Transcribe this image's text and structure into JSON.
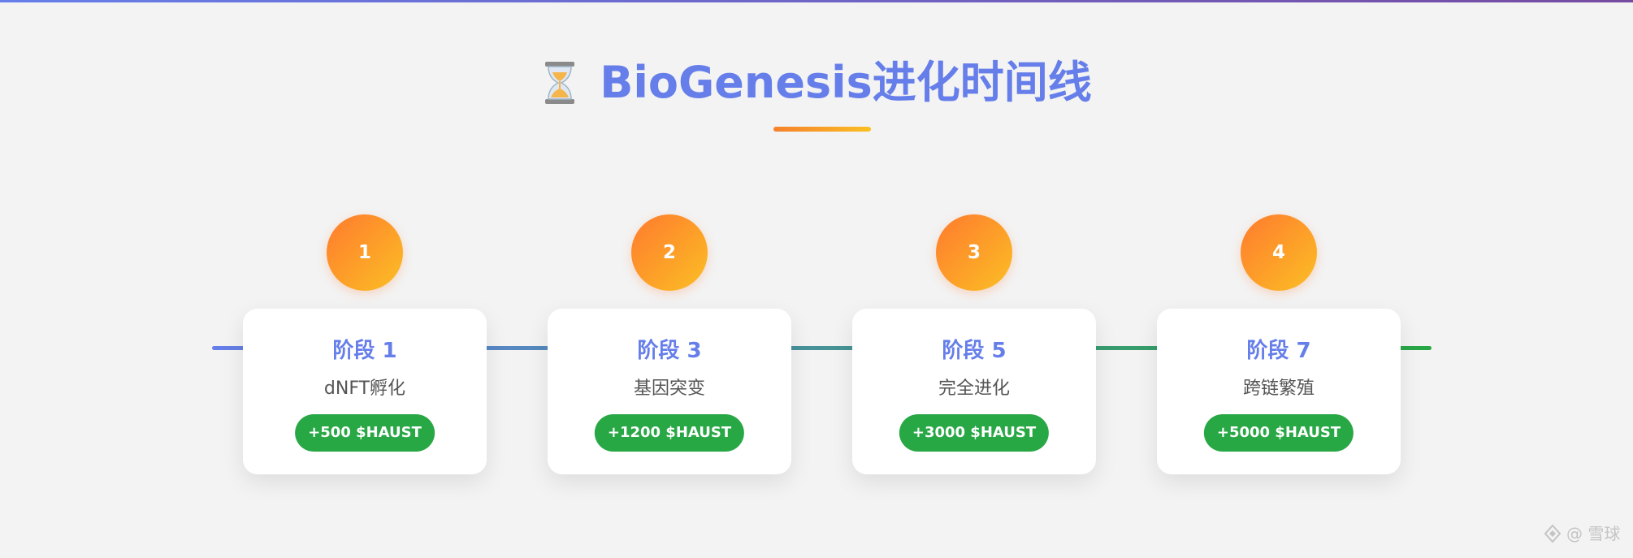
{
  "header": {
    "icon": "hourglass-icon",
    "title": "BioGenesis进化时间线"
  },
  "colors": {
    "accent": "#667eea",
    "stage_circle_start": "#ff7a2e",
    "stage_circle_end": "#fbbf24",
    "reward_badge": "#28a745",
    "timeline_start": "#667eea",
    "timeline_end": "#28a745"
  },
  "stages": [
    {
      "number": "1",
      "title": "阶段 1",
      "desc": "dNFT孵化",
      "reward": "+500 $HAUST"
    },
    {
      "number": "2",
      "title": "阶段 3",
      "desc": "基因突变",
      "reward": "+1200 $HAUST"
    },
    {
      "number": "3",
      "title": "阶段 5",
      "desc": "完全进化",
      "reward": "+3000 $HAUST"
    },
    {
      "number": "4",
      "title": "阶段 7",
      "desc": "跨链繁殖",
      "reward": "+5000 $HAUST"
    }
  ],
  "watermark": {
    "icon": "xueqiu-logo-icon",
    "text": "@ 雪球"
  }
}
